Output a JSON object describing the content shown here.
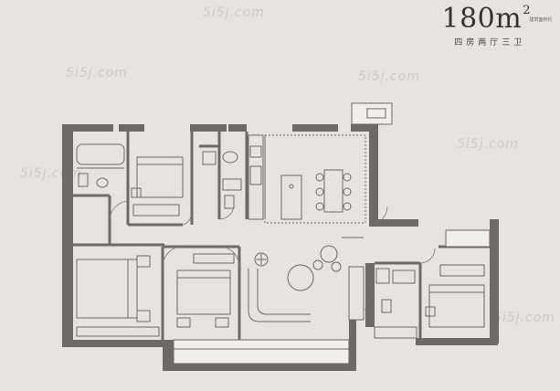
{
  "header": {
    "area_value": "180m",
    "area_superscript": "2",
    "area_note": "建筑面积约",
    "layout_type": "四房两厅三卫"
  },
  "watermark": "5i5j.com",
  "colors": {
    "background": "#e7e4df",
    "wall": "#6d6a66",
    "line": "#7a7672",
    "fill_light": "#f1efeb"
  }
}
